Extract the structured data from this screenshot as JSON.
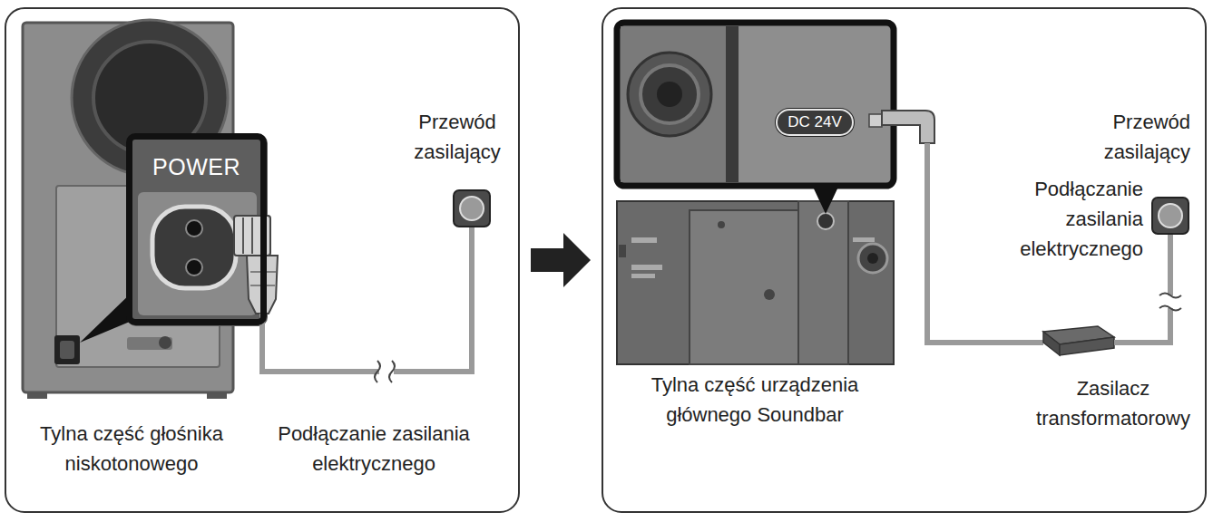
{
  "diagram": {
    "nodes": [
      {
        "text": [
          "Przewód zasilający",
          "Tylna część głośnika niskotonowego",
          "Podłączanie zasilania elektrycznego"
        ]
      },
      {
        "text": [
          "POWER"
        ],
        "in": 0
      },
      {
        "text": [
          "Przewód zasilający",
          "Podłączanie zasilania elektrycznego",
          "Tylna część urządzenia głównego Soundbar",
          "Zasilacz transformatorowy"
        ]
      },
      {
        "text": [
          "DC 24V"
        ],
        "in": 2
      }
    ],
    "edges": [
      {
        "from": 0,
        "to": 2,
        "arrow": "to"
      }
    ]
  }
}
